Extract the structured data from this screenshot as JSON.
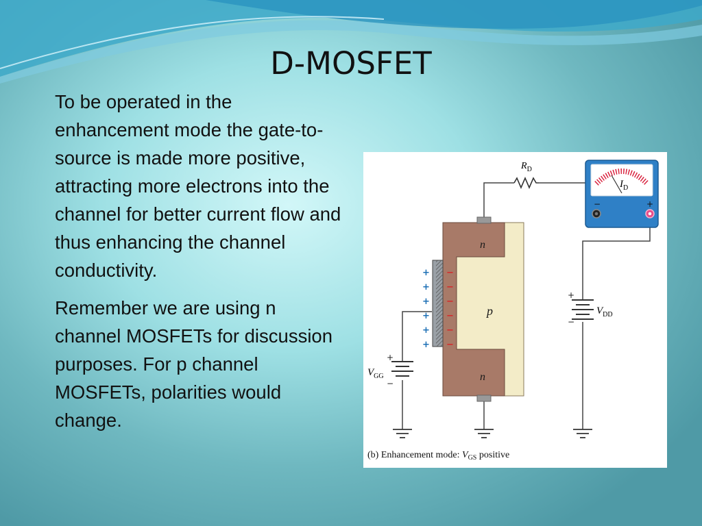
{
  "slide": {
    "title": "D-MOSFET",
    "paragraphs": [
      "To be operated in the enhancement mode the gate-to-source is made more positive, attracting more electrons into the channel for better current flow and thus enhancing the channel conductivity.",
      "Remember we are using n channel MOSFETs for discussion purposes. For p channel MOSFETs, polarities would change."
    ]
  },
  "figure": {
    "caption_prefix": "(b) Enhancement mode: ",
    "caption_var": "V",
    "caption_sub": "GS",
    "caption_suffix": " positive",
    "rd_label": "R",
    "rd_sub": "D",
    "meter_label": "I",
    "meter_sub": "D",
    "meter_minus": "−",
    "meter_plus": "+",
    "vdd_label": "V",
    "vdd_sub": "DD",
    "vgg_label": "V",
    "vgg_sub": "GG",
    "drain_region": "n",
    "source_region": "n",
    "substrate_region": "p",
    "battery_plus": "+",
    "battery_minus": "−",
    "gate_charge": "+",
    "channel_charge": "−",
    "colors": {
      "n_region": "#a87a68",
      "p_region": "#f3ecc8",
      "wire": "#444444",
      "meter_body": "#2f80c6",
      "meter_red": "#d9233f",
      "plus_blue": "#1c6fb5",
      "minus_red": "#d42a2a"
    }
  }
}
